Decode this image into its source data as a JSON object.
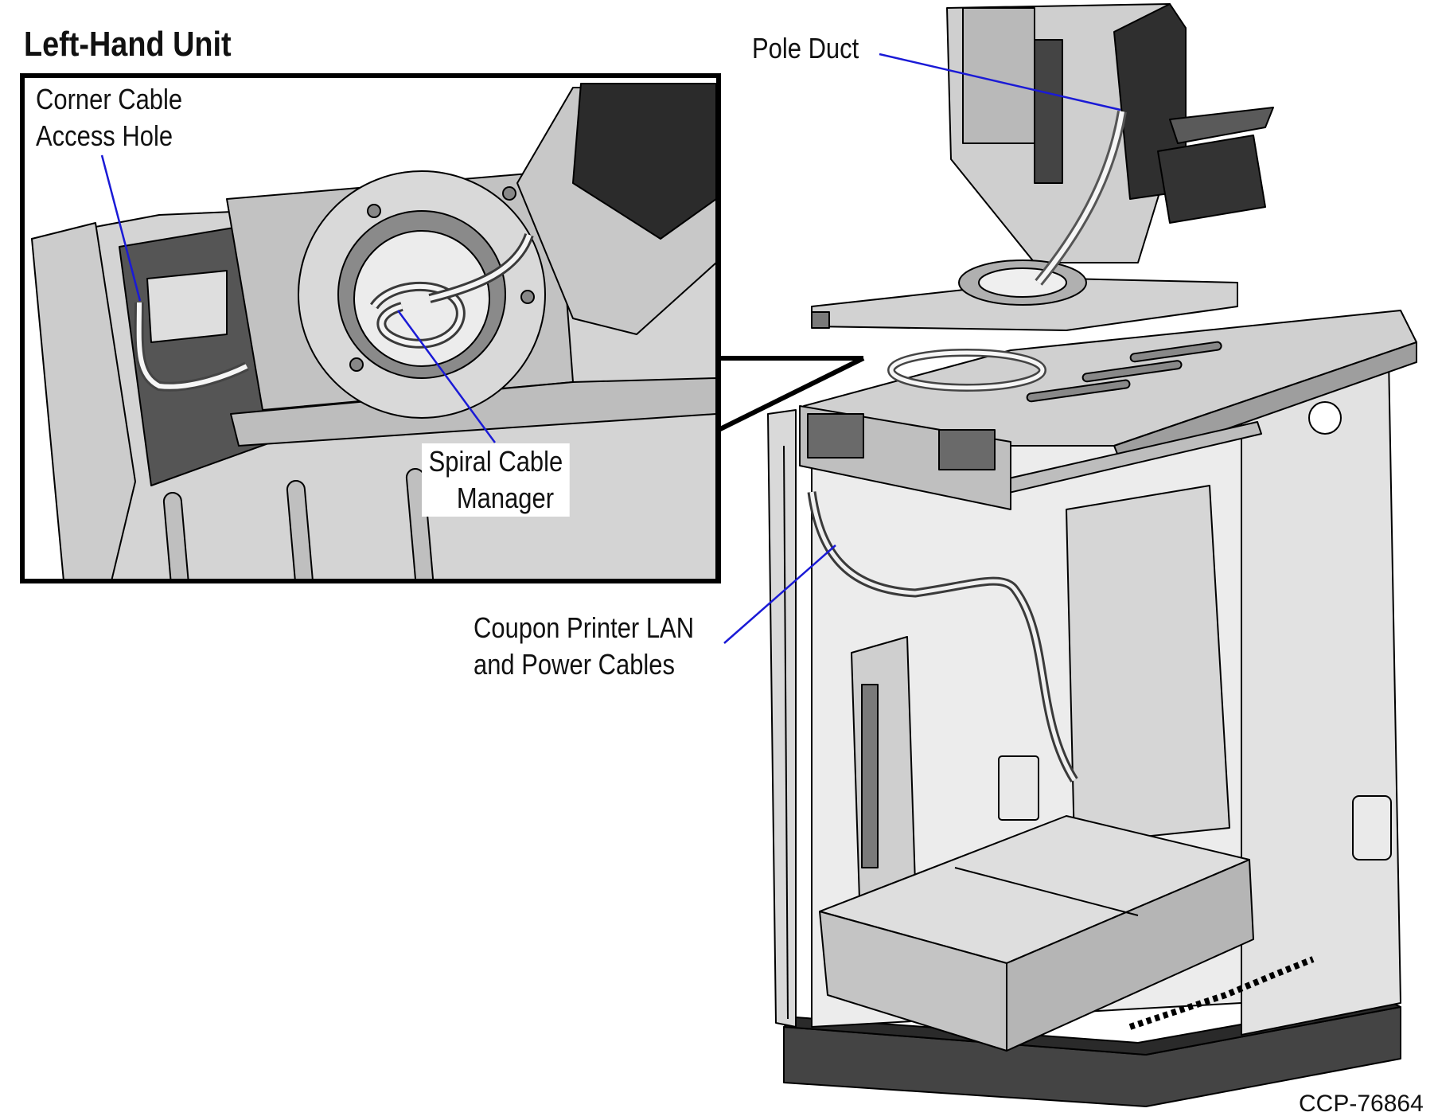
{
  "title": "Left-Hand Unit",
  "callouts": {
    "pole_duct": "Pole Duct",
    "corner_hole_line1": "Corner Cable",
    "corner_hole_line2": "Access Hole",
    "spiral_line1": "Spiral Cable",
    "spiral_line2": "Manager",
    "coupon_line1": "Coupon Printer LAN",
    "coupon_line2": "and Power Cables"
  },
  "figure_id": "CCP-76864",
  "colors": {
    "leader": "#1a1ad6",
    "outline": "#000000",
    "panel_light": "#e6e6e6",
    "panel_mid": "#c8c8c8",
    "panel_dark": "#3a3a3a",
    "base": "#444444"
  }
}
